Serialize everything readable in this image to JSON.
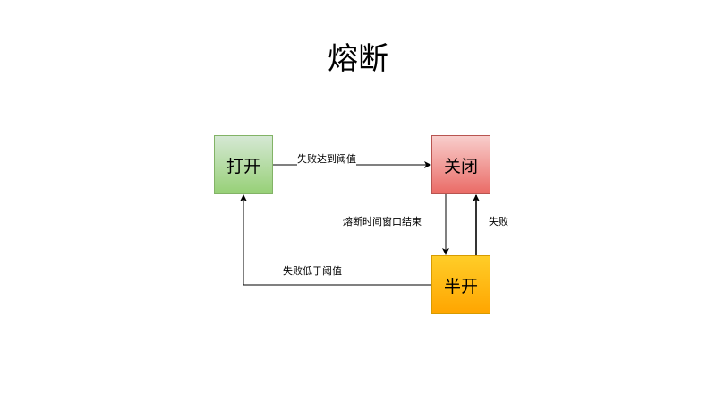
{
  "title": "熔断",
  "states": {
    "open": "打开",
    "closed": "关闭",
    "half_open": "半开"
  },
  "transitions": {
    "open_to_closed": "失败达到阈值",
    "closed_to_half_open": "熔断时间窗口结束",
    "half_open_to_closed": "失败",
    "half_open_to_open": "失败低于阈值"
  },
  "colors": {
    "open_fill_top": "#d5e8d4",
    "open_fill_bottom": "#97d077",
    "closed_fill_top": "#f8cecc",
    "closed_fill_bottom": "#ea6b66",
    "half_open_fill_top": "#ffcd28",
    "half_open_fill_bottom": "#ffa500"
  }
}
